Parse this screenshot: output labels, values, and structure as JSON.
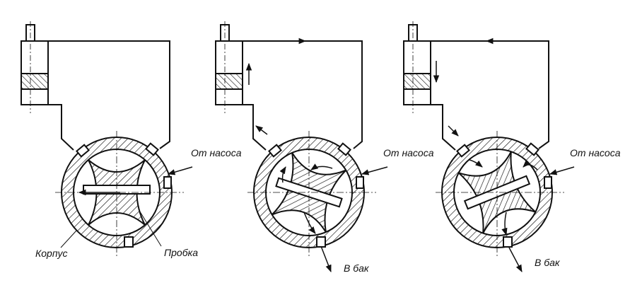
{
  "labels": {
    "from_pump": "От насоса",
    "to_tank": "В бак",
    "housing": "Корпус",
    "plug": "Пробка"
  },
  "colors": {
    "ink": "#111111",
    "paper": "#ffffff"
  },
  "panels": [
    {
      "id": "neutral",
      "cylinder_flow": "none"
    },
    {
      "id": "extend",
      "cylinder_flow": "up"
    },
    {
      "id": "retract",
      "cylinder_flow": "down"
    }
  ]
}
